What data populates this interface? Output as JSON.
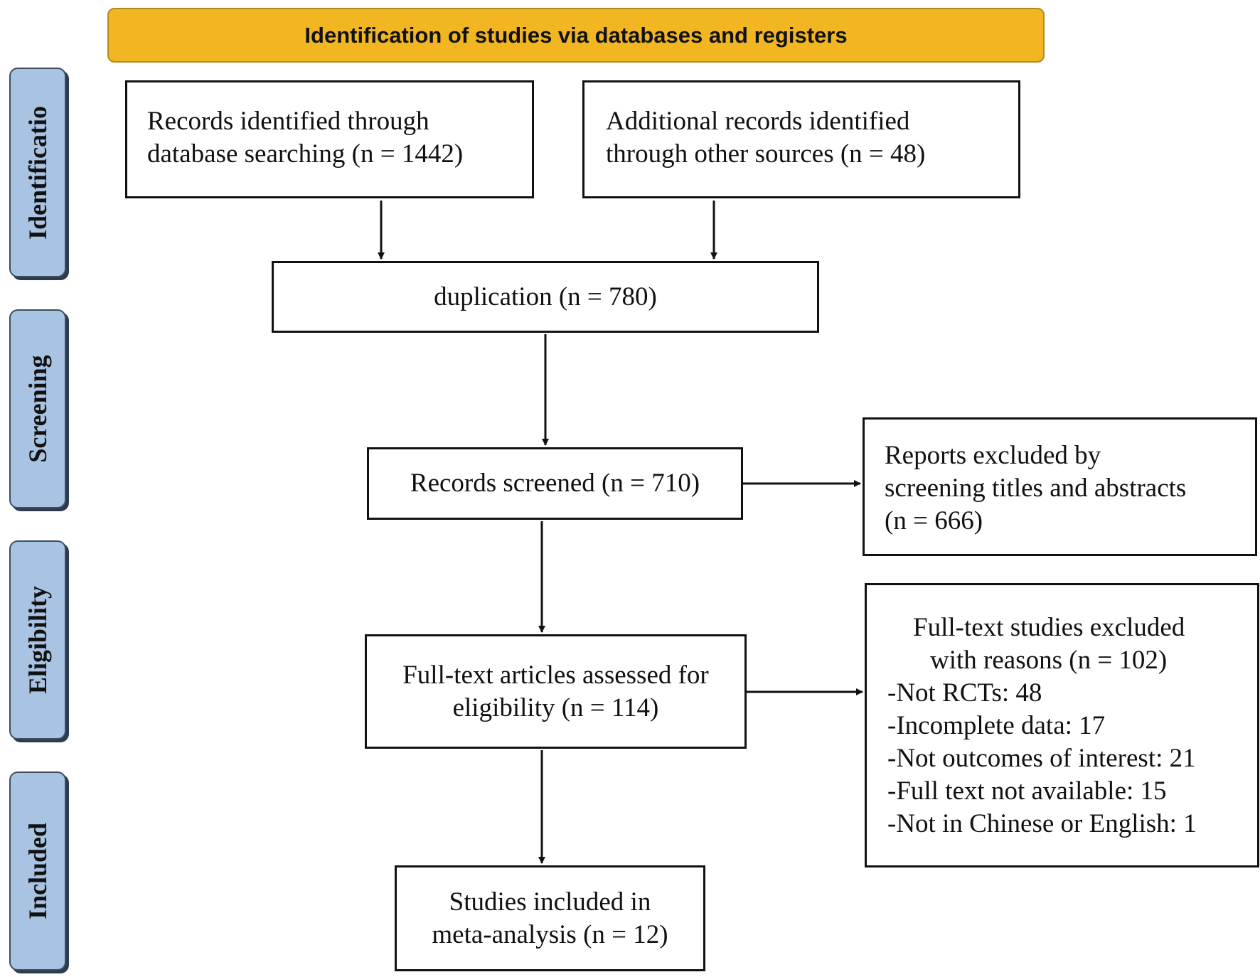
{
  "banner": {
    "text": "Identification of studies via databases and registers"
  },
  "phases": {
    "identification": "Identificatio",
    "screening": "Screening",
    "eligibility": "Eligibility",
    "included": "Included"
  },
  "boxes": {
    "database_records": "Records identified through\ndatabase searching (n = 1442)",
    "other_records": "Additional records identified\nthrough other sources (n = 48)",
    "duplication": "duplication (n = 780)",
    "screened": "Records screened (n = 710)",
    "excluded_screening": "Reports excluded by\nscreening titles and abstracts\n(n = 666)",
    "fulltext_assessed": "Full-text articles assessed for\neligibility (n = 114)",
    "included": "Studies included in\nmeta-analysis (n = 12)"
  },
  "fulltext_excluded": {
    "heading_line1": "Full-text studies excluded",
    "heading_line2": "with reasons (n = 102)",
    "reasons": [
      "-Not RCTs: 48",
      "-Incomplete data: 17",
      "-Not outcomes of interest: 21",
      "-Full text not available: 15",
      "-Not in Chinese or English: 1"
    ]
  },
  "colors": {
    "banner_fill": "#f2b622",
    "phase_fill": "#a9c3e3",
    "line": "#111111"
  }
}
